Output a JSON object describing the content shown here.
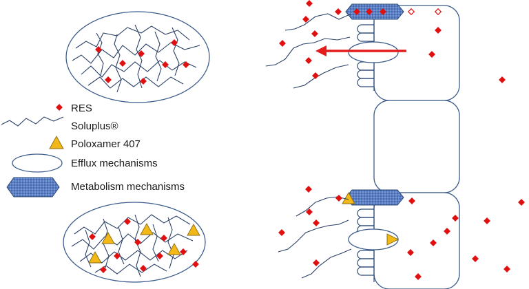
{
  "legend": {
    "res": "RES",
    "soluplus": "Soluplus®",
    "poloxamer": "Poloxamer 407",
    "efflux": "Efflux mechanisms",
    "metabolism": "Metabolism mechanisms"
  },
  "colors": {
    "res": "#e01010",
    "poloxamer": "#f2b817",
    "polymer": "#2a3f66",
    "membrane": "#3c5c8c",
    "metabolism_fill": "#5b7fc4",
    "arrow": "#e31b1b"
  }
}
